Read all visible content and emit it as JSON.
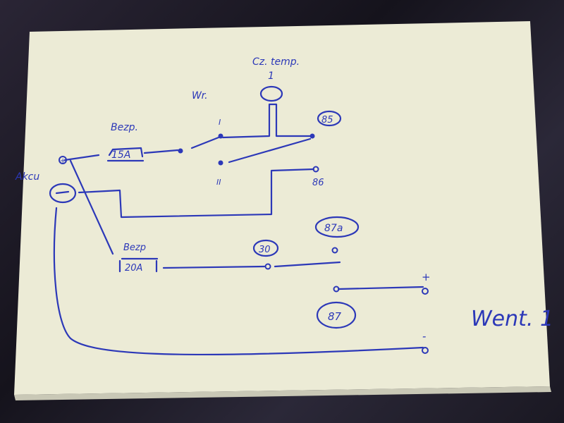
{
  "labels": {
    "thermo_switch": "Cz. temp.",
    "thermo_num": "1",
    "switch": "Wr.",
    "pos1": "I",
    "pos2": "II",
    "fuse1_label": "Bezp.",
    "fuse1_value": "15A",
    "fuse2_label": "Bezp",
    "fuse2_value": "20A",
    "battery": "Akcu",
    "plus": "+",
    "minus": "−",
    "t85": "85",
    "t86": "86",
    "t87a": "87a",
    "t30": "30",
    "t87": "87",
    "fan_plus": "+",
    "fan_minus": "-",
    "fan": "Went. 1"
  },
  "colors": {
    "ink": "#2c38b8",
    "paper": "#ecebd6"
  }
}
